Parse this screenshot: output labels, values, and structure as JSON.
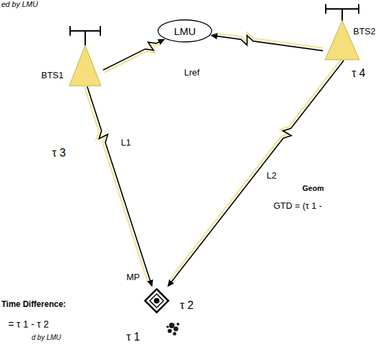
{
  "diagram": {
    "nodes": [
      {
        "text": [
          "LMU"
        ]
      },
      {
        "text": [
          "BTS1"
        ]
      },
      {
        "text": [
          "BTS2"
        ]
      },
      {
        "text": [
          "MP"
        ]
      }
    ],
    "edges": [
      {
        "from": 1,
        "to": 0,
        "label": "Lref",
        "arrow": "to"
      },
      {
        "from": 2,
        "to": 0,
        "arrow": "to"
      },
      {
        "from": 1,
        "to": 3,
        "label": "L1",
        "arrow": "to"
      },
      {
        "from": 2,
        "to": 3,
        "label": "L2",
        "arrow": "to"
      }
    ],
    "labels": [
      "ed by LMU",
      "τ 3",
      "τ 4",
      "Geom",
      "GTD = (τ 1 -",
      "Time Difference:",
      "= τ 1 - τ 2",
      "τ 2",
      "τ 1",
      "d by LMU"
    ]
  }
}
